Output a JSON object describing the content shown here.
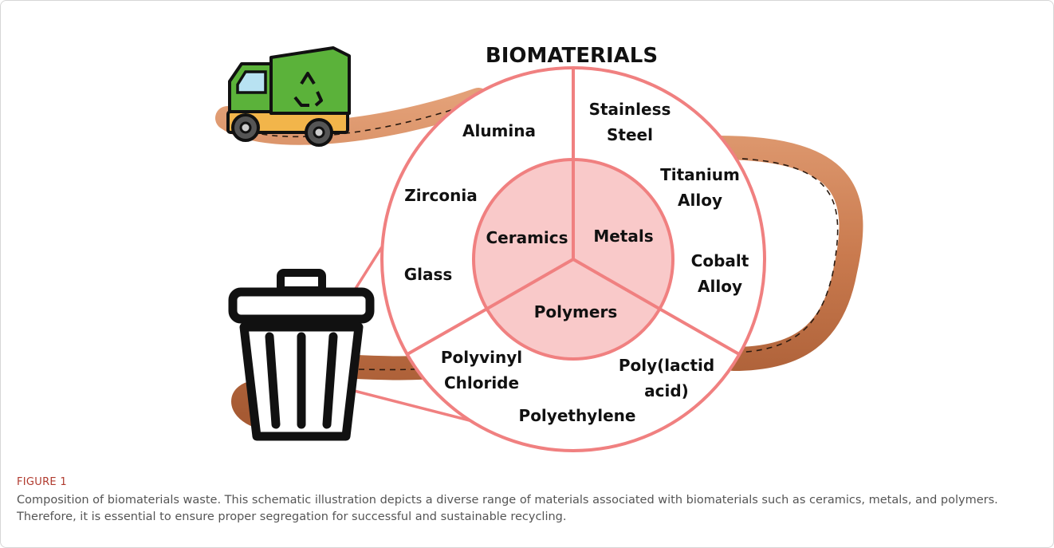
{
  "title": "BIOMATERIALS",
  "categories": {
    "ceramics": "Ceramics",
    "metals": "Metals",
    "polymers": "Polymers"
  },
  "materials": {
    "alumina": "Alumina",
    "zirconia": "Zirconia",
    "glass": "Glass",
    "stainless_line1": "Stainless",
    "stainless_line2": "Steel",
    "titanium_line1": "Titanium",
    "titanium_line2": "Alloy",
    "cobalt_line1": "Cobalt",
    "cobalt_line2": "Alloy",
    "pvc_line1": "Polyvinyl",
    "pvc_line2": "Chloride",
    "pla_line1": "Poly(lactid",
    "pla_line2": "acid)",
    "polyethylene": "Polyethylene"
  },
  "icons": {
    "truck": "garbage-truck-icon",
    "recycle": "recycle-icon",
    "bin": "trash-bin-icon"
  },
  "colors": {
    "circle_stroke": "#f08080",
    "center_fill": "#f9c9c9",
    "road": "#c97a4e",
    "truck_body": "#5bb23a"
  },
  "caption": {
    "label": "FIGURE 1",
    "text": "Composition of biomaterials waste. This schematic illustration depicts a diverse range of materials associated with biomaterials such as ceramics, metals, and polymers. Therefore, it is essential to ensure proper segregation for successful and sustainable recycling."
  }
}
